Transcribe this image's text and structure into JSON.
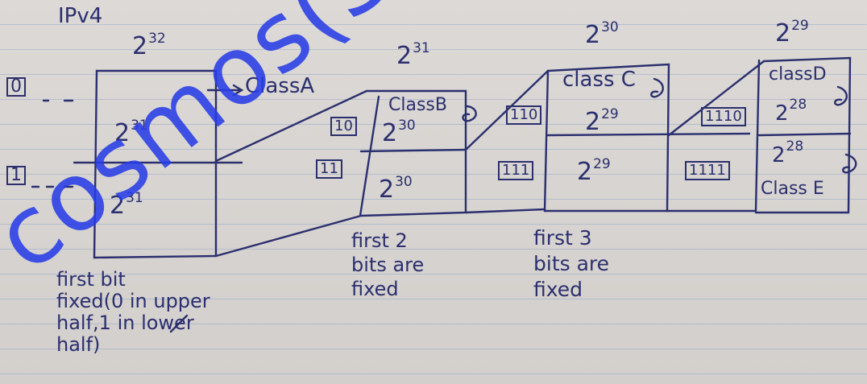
{
  "title": "IPv4",
  "space": {
    "base": "2",
    "exp": "32"
  },
  "tops": {
    "b": {
      "base": "2",
      "exp": "31"
    },
    "c": {
      "base": "2",
      "exp": "30"
    },
    "d": {
      "base": "2",
      "exp": "29"
    }
  },
  "left_bits": {
    "zero": "0",
    "one": "1"
  },
  "classes": {
    "a": "ClassA",
    "b": "ClassB",
    "c": "class C",
    "d": "classD",
    "e": "Class E"
  },
  "cells": {
    "a_upper": {
      "base": "2",
      "exp": "31"
    },
    "a_lower": {
      "base": "2",
      "exp": "31"
    },
    "b_upper": {
      "base": "2",
      "exp": "30"
    },
    "b_lower": {
      "base": "2",
      "exp": "30"
    },
    "c_upper": {
      "base": "2",
      "exp": "29"
    },
    "c_lower": {
      "base": "2",
      "exp": "29"
    },
    "d_upper": {
      "base": "2",
      "exp": "28"
    },
    "d_lower": {
      "base": "2",
      "exp": "28"
    }
  },
  "bit_boxes": {
    "b10": "10",
    "b11": "11",
    "b110": "110",
    "b111": "111",
    "b1110": "1110",
    "b1111": "1111"
  },
  "notes": {
    "a": "first bit\nfixed(0 in upper\nhalf,1 in lower\nhalf)",
    "b": "first 2\nbits are\nfixed",
    "c": "first 3\nbits are\nfixed"
  },
  "watermark": "cosmos(Sajal)"
}
